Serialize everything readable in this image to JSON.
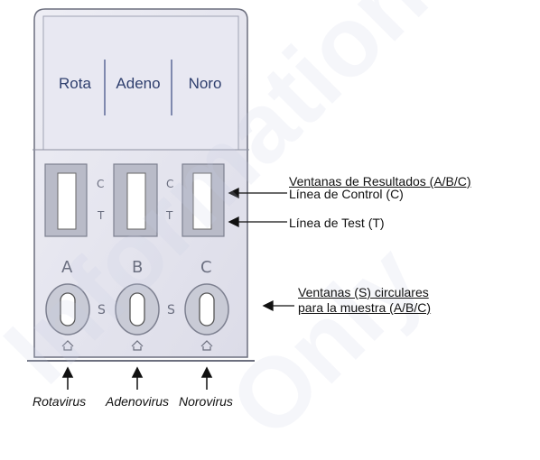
{
  "header_labels": [
    "Rota",
    "Adeno",
    "Noro"
  ],
  "windows": {
    "control_letter": "C",
    "test_letter": "T"
  },
  "sample_letters": [
    "A",
    "B",
    "C"
  ],
  "sample_well_label": "S",
  "callouts": {
    "results_windows": "Ventanas de Resultados (A/B/C)",
    "control_line": "Línea de Control (C)",
    "test_line": "Línea de Test (T)",
    "sample_windows_line1": "Ventanas (S) circulares",
    "sample_windows_line2": "para la muestra (A/B/C)"
  },
  "virus_labels": [
    "Rotavirus",
    "Adenovirus",
    "Norovirus"
  ],
  "watermark_text": [
    "Information",
    "Only"
  ],
  "colors": {
    "cassette_fill": "#e6e6f0",
    "cassette_stroke": "#6c6f7e",
    "header_text": "#2f3f6e"
  }
}
